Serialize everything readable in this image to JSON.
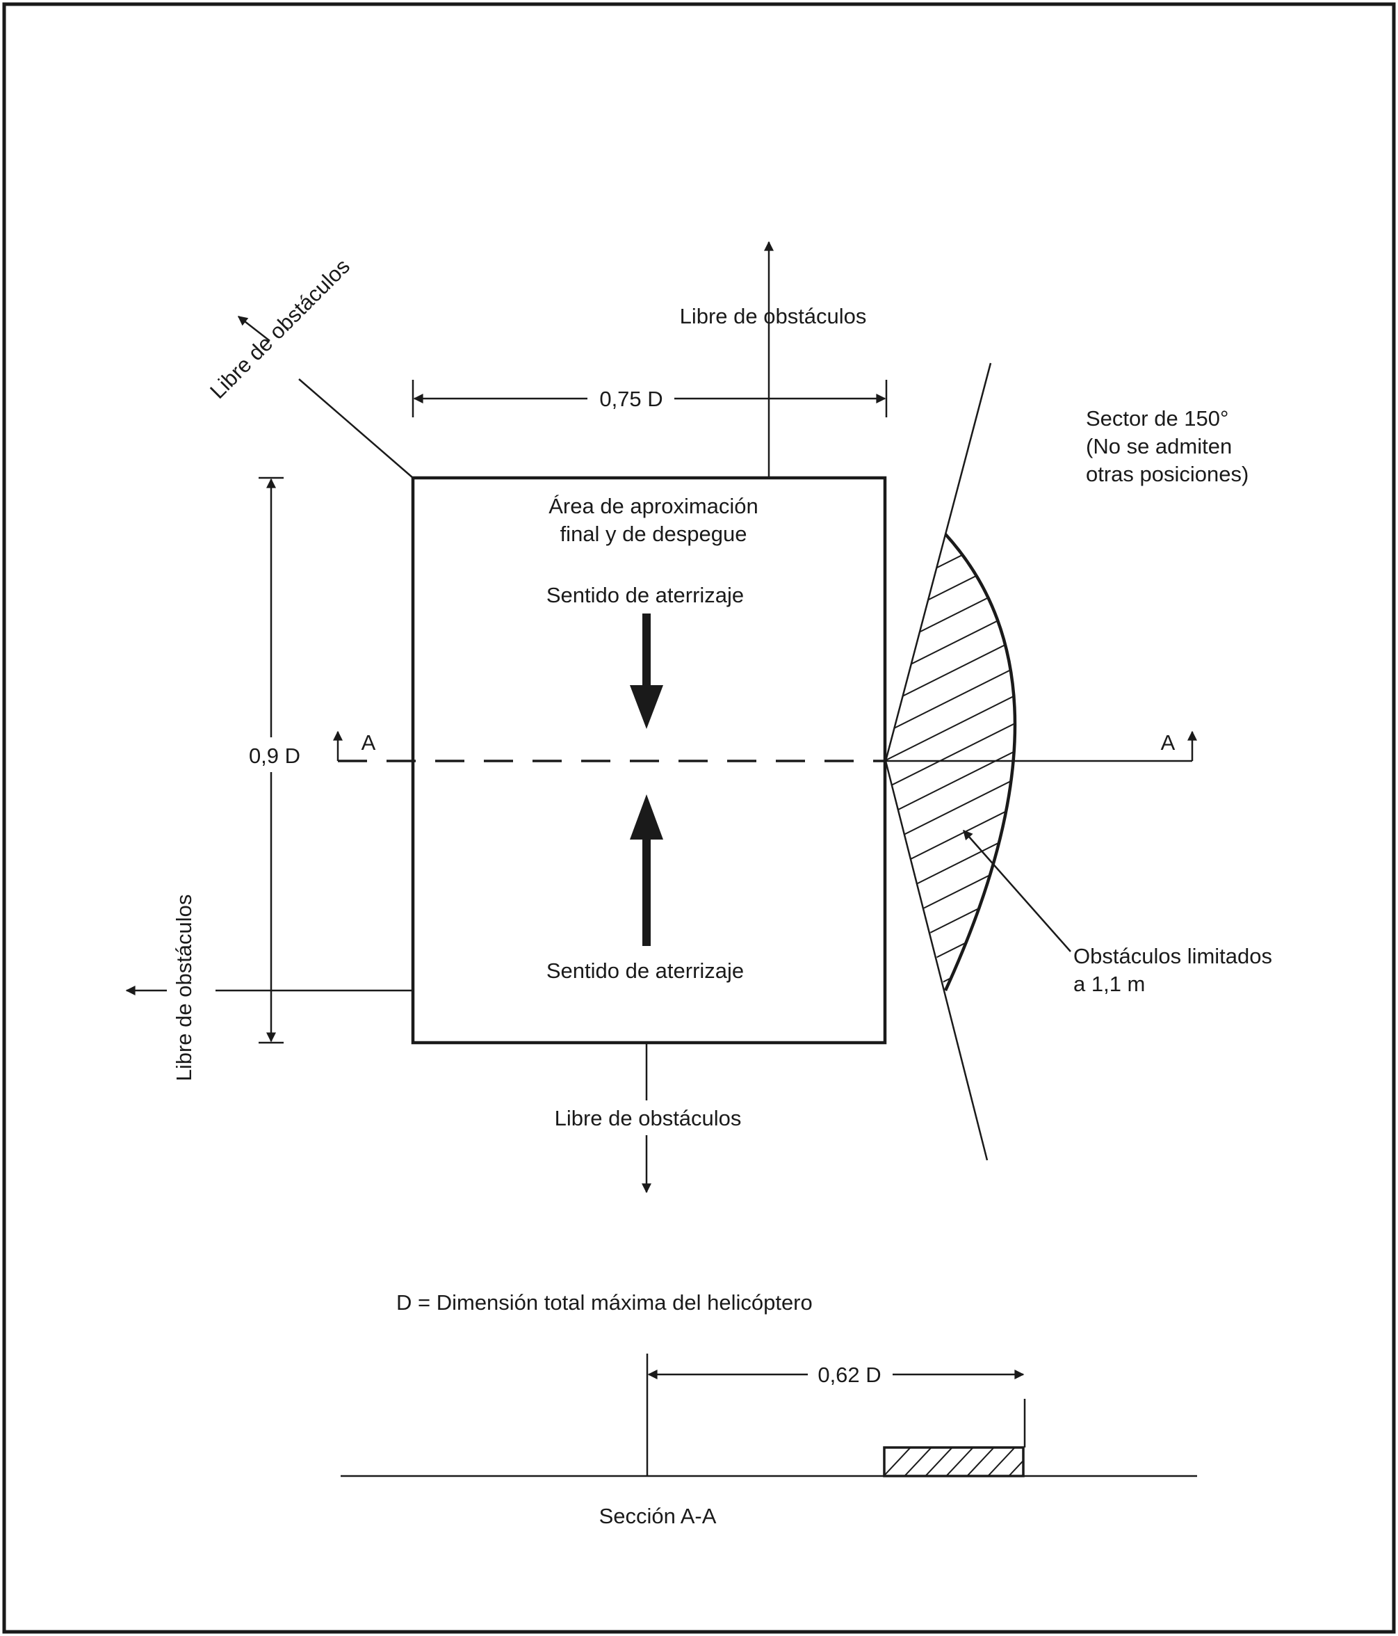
{
  "labels": {
    "clear_top": "Libre de obstáculos",
    "clear_bottom": "Libre de obstáculos",
    "clear_topleft": "Libre de obstáculos",
    "clear_left": "Libre de obstáculos",
    "dim_width": "0,75 D",
    "dim_height": "0,9 D",
    "dim_section": "0,62 D",
    "area_line1": "Área de aproximación",
    "area_line2": "final y de despegue",
    "landing_top": "Sentido de aterrizaje",
    "landing_bottom": "Sentido de aterrizaje",
    "sector_line1": "Sector de 150°",
    "sector_line2": "(No se admiten",
    "sector_line3": "otras posiciones)",
    "obstacles_line1": "Obstáculos limitados",
    "obstacles_line2": "a 1,1 m",
    "section_mark_left": "A",
    "section_mark_right": "A",
    "legend": "D = Dimensión total máxima del helicóptero",
    "section_title": "Sección A-A"
  }
}
